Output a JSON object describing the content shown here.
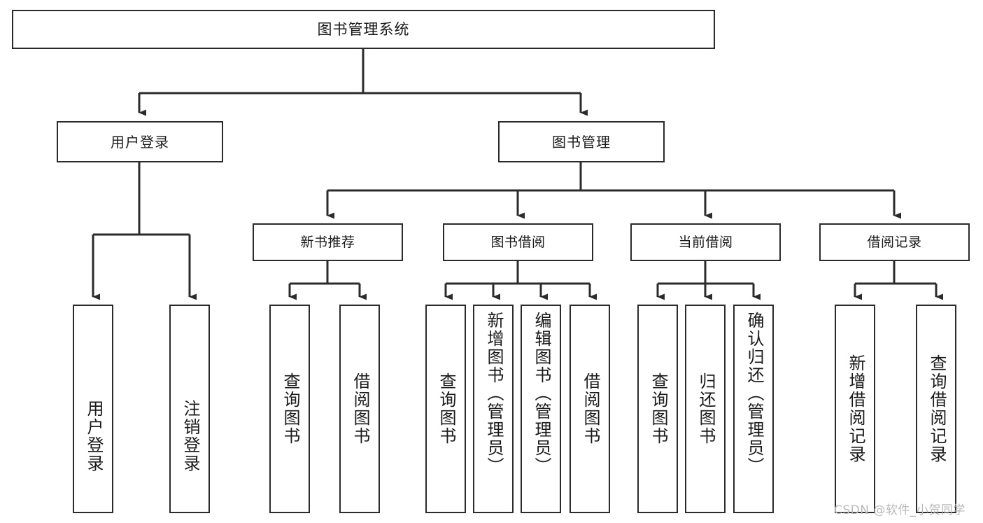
{
  "diagram": {
    "title": "图书管理系统",
    "type": "功能结构图",
    "style": {
      "background": "#ffffff",
      "box_border": "#2b2b2b",
      "box_fill": "#ffffff",
      "text_color": "#1a1a1a",
      "connector_color": "#2b2b2b",
      "watermark_color": "#b9b9b9"
    },
    "root": {
      "label": "图书管理系统"
    },
    "level2": [
      {
        "label": "用户登录"
      },
      {
        "label": "图书管理"
      }
    ],
    "level3": [
      {
        "label": "新书推荐"
      },
      {
        "label": "图书借阅"
      },
      {
        "label": "当前借阅"
      },
      {
        "label": "借阅记录"
      }
    ],
    "leaves": {
      "user_login": [
        {
          "label": "用户登录"
        },
        {
          "label": "注销登录"
        }
      ],
      "new_book_recommend": [
        {
          "label": "查询图书"
        },
        {
          "label": "借阅图书"
        }
      ],
      "book_borrow": [
        {
          "label": "查询图书"
        },
        {
          "label": "新增图书（管理员）"
        },
        {
          "label": "编辑图书（管理员）"
        },
        {
          "label": "借阅图书"
        }
      ],
      "current_borrow": [
        {
          "label": "查询图书"
        },
        {
          "label": "归还图书"
        },
        {
          "label": "确认归还（管理员）"
        }
      ],
      "borrow_record": [
        {
          "label": "新增借阅记录"
        },
        {
          "label": "查询借阅记录"
        }
      ]
    }
  },
  "watermark": {
    "text": "CSDN @软件_小贺同学"
  }
}
